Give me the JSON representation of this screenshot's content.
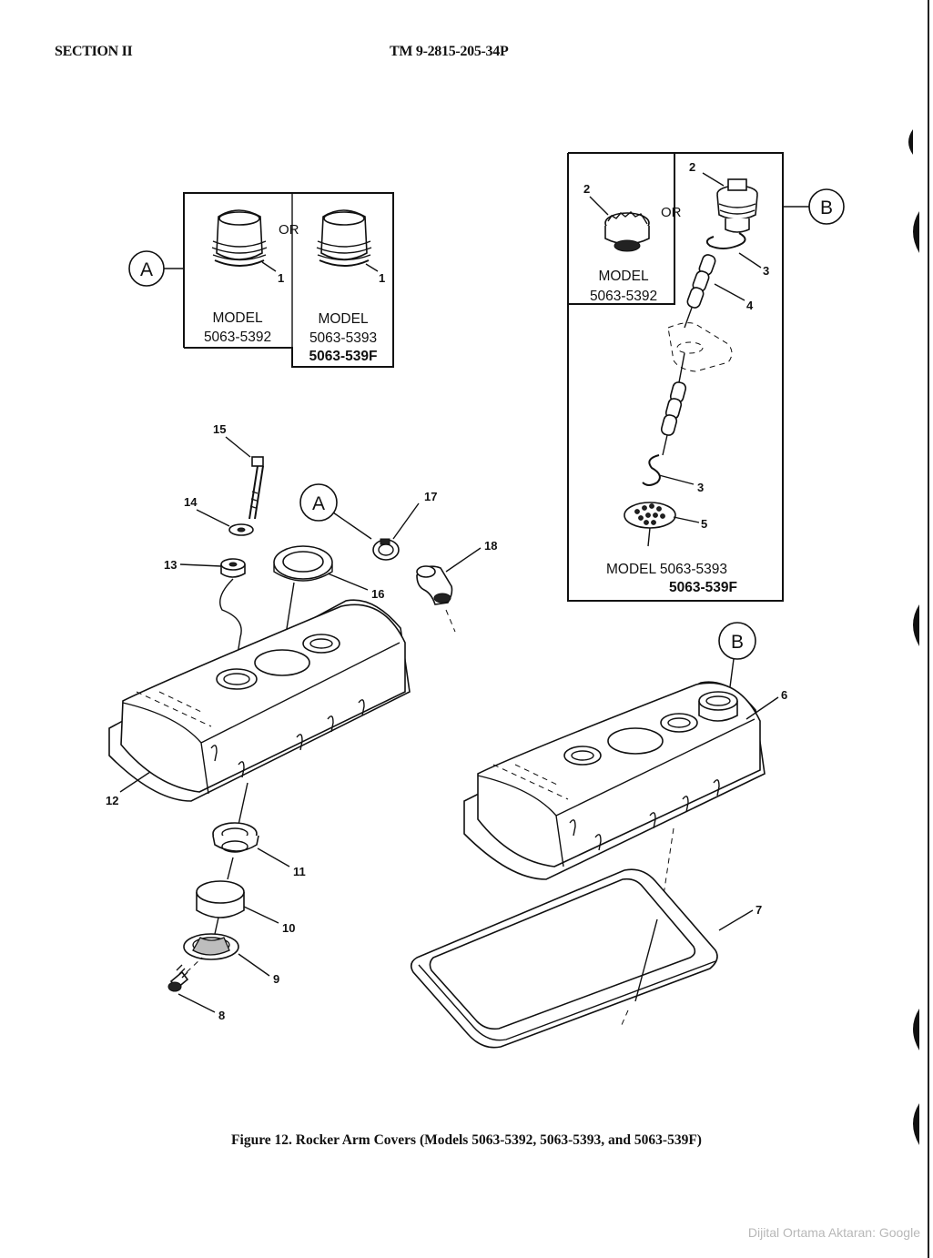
{
  "header": {
    "section": "SECTION II",
    "manual": "TM 9-2815-205-34P"
  },
  "detail_a": {
    "callout": "A",
    "or_label": "OR",
    "left_item": "1",
    "right_item": "1",
    "left_model_label": "MODEL",
    "left_model_number": "5063-5392",
    "right_model_label": "MODEL",
    "right_model_number_1": "5063-5393",
    "right_model_number_2": "5063-539F"
  },
  "detail_b": {
    "callout": "B",
    "or_label": "OR",
    "items": [
      "2",
      "2",
      "3",
      "4",
      "3",
      "5"
    ],
    "left_model_label": "MODEL",
    "left_model_number": "5063-5392",
    "bottom_model_line_1": "MODEL 5063-5393",
    "bottom_model_line_2": "5063-539F"
  },
  "main": {
    "callout_a": "A",
    "callout_b": "B",
    "items": [
      "15",
      "14",
      "13",
      "17",
      "18",
      "16",
      "6",
      "12",
      "11",
      "10",
      "9",
      "8",
      "7"
    ]
  },
  "caption": "Figure 12.  Rocker Arm Covers (Models 5063-5392, 5063-5393, and 5063-539F)",
  "footer": "Dijital Ortama Aktaran: Google"
}
